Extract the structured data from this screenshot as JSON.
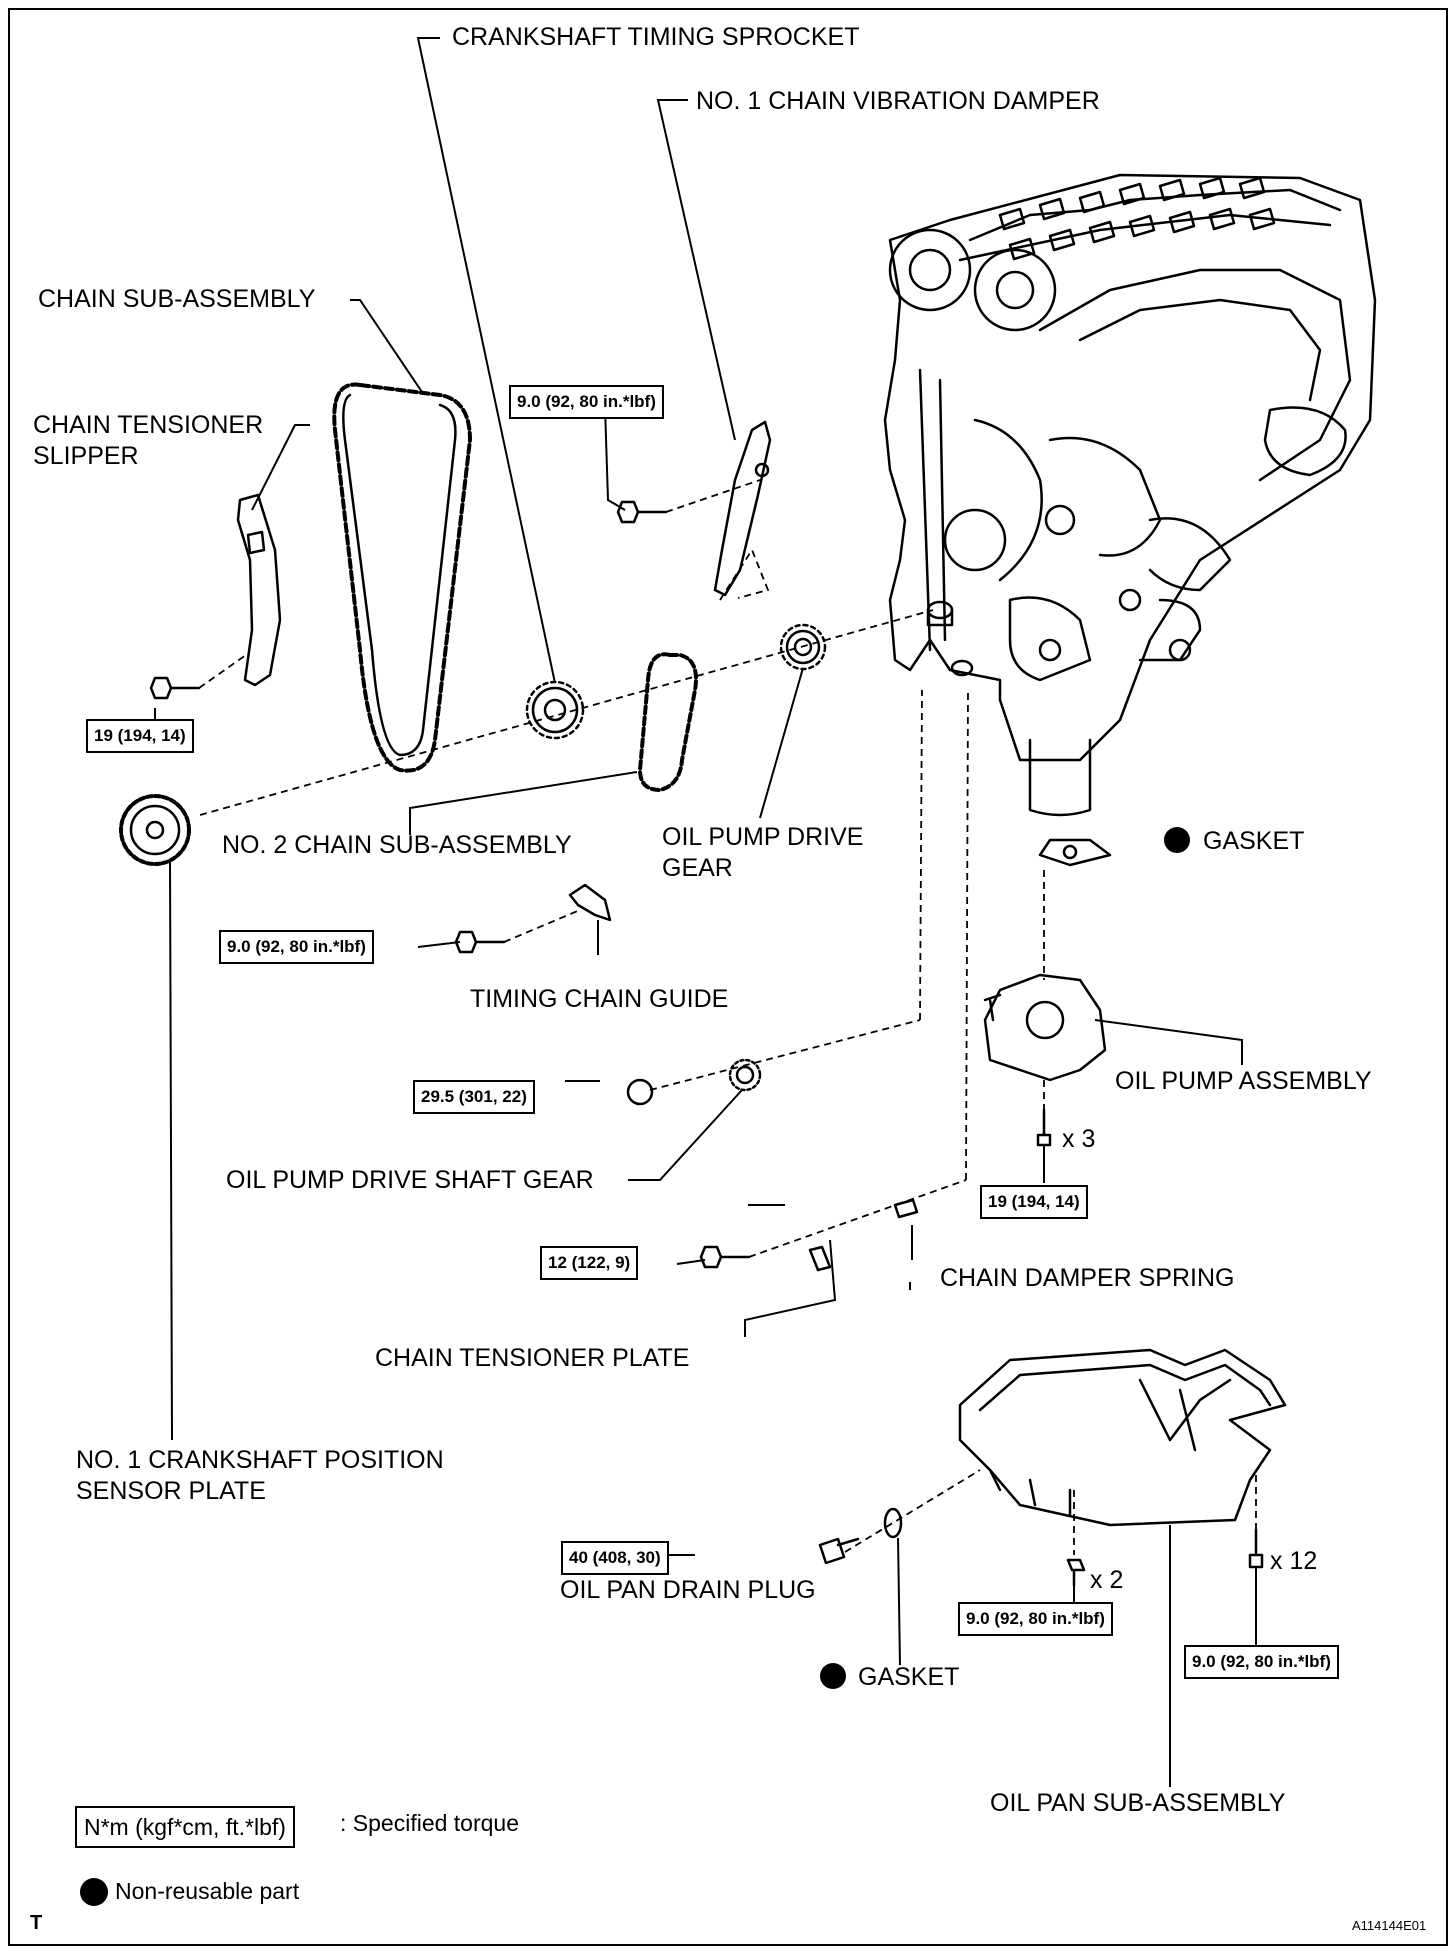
{
  "labels": {
    "crankshaft_timing_sprocket": "CRANKSHAFT TIMING SPROCKET",
    "no1_chain_vibration_damper": "NO. 1 CHAIN VIBRATION DAMPER",
    "chain_sub_assembly": "CHAIN SUB-ASSEMBLY",
    "chain_tensioner_slipper": "CHAIN TENSIONER\nSLIPPER",
    "no2_chain_sub_assembly": "NO. 2 CHAIN SUB-ASSEMBLY",
    "oil_pump_drive_gear": "OIL PUMP DRIVE\nGEAR",
    "gasket_top": "GASKET",
    "timing_chain_guide": "TIMING CHAIN GUIDE",
    "oil_pump_assembly": "OIL PUMP ASSEMBLY",
    "oil_pump_drive_shaft_gear": "OIL PUMP DRIVE SHAFT GEAR",
    "chain_damper_spring": "CHAIN DAMPER SPRING",
    "chain_tensioner_plate": "CHAIN TENSIONER PLATE",
    "no1_crankshaft_position_sensor_plate": "NO. 1 CRANKSHAFT POSITION\nSENSOR PLATE",
    "oil_pan_drain_plug": "OIL PAN DRAIN PLUG",
    "gasket_bottom": "GASKET",
    "oil_pan_sub_assembly": "OIL PAN SUB-ASSEMBLY",
    "qty_x3": "x 3",
    "qty_x2": "x 2",
    "qty_x12": "x 12"
  },
  "torques": {
    "vibration_damper_bolt": "9.0 (92, 80 in.*lbf)",
    "tensioner_slipper_bolt": "19 (194, 14)",
    "chain_guide_bolt": "9.0 (92, 80 in.*lbf)",
    "drive_shaft_gear_nut": "29.5 (301, 22)",
    "oil_pump_bolts": "19 (194, 14)",
    "tensioner_plate_bolt": "12 (122, 9)",
    "drain_plug": "40 (408, 30)",
    "oil_pan_nuts": "9.0 (92, 80 in.*lbf)",
    "oil_pan_bolts": "9.0 (92, 80 in.*lbf)"
  },
  "legend": {
    "torque_units": "N*m (kgf*cm, ft.*lbf)",
    "torque_desc": ": Specified torque",
    "non_reusable": "Non-reusable part"
  },
  "footer": {
    "corner_mark": "T",
    "figure_id": "A114144E01"
  }
}
